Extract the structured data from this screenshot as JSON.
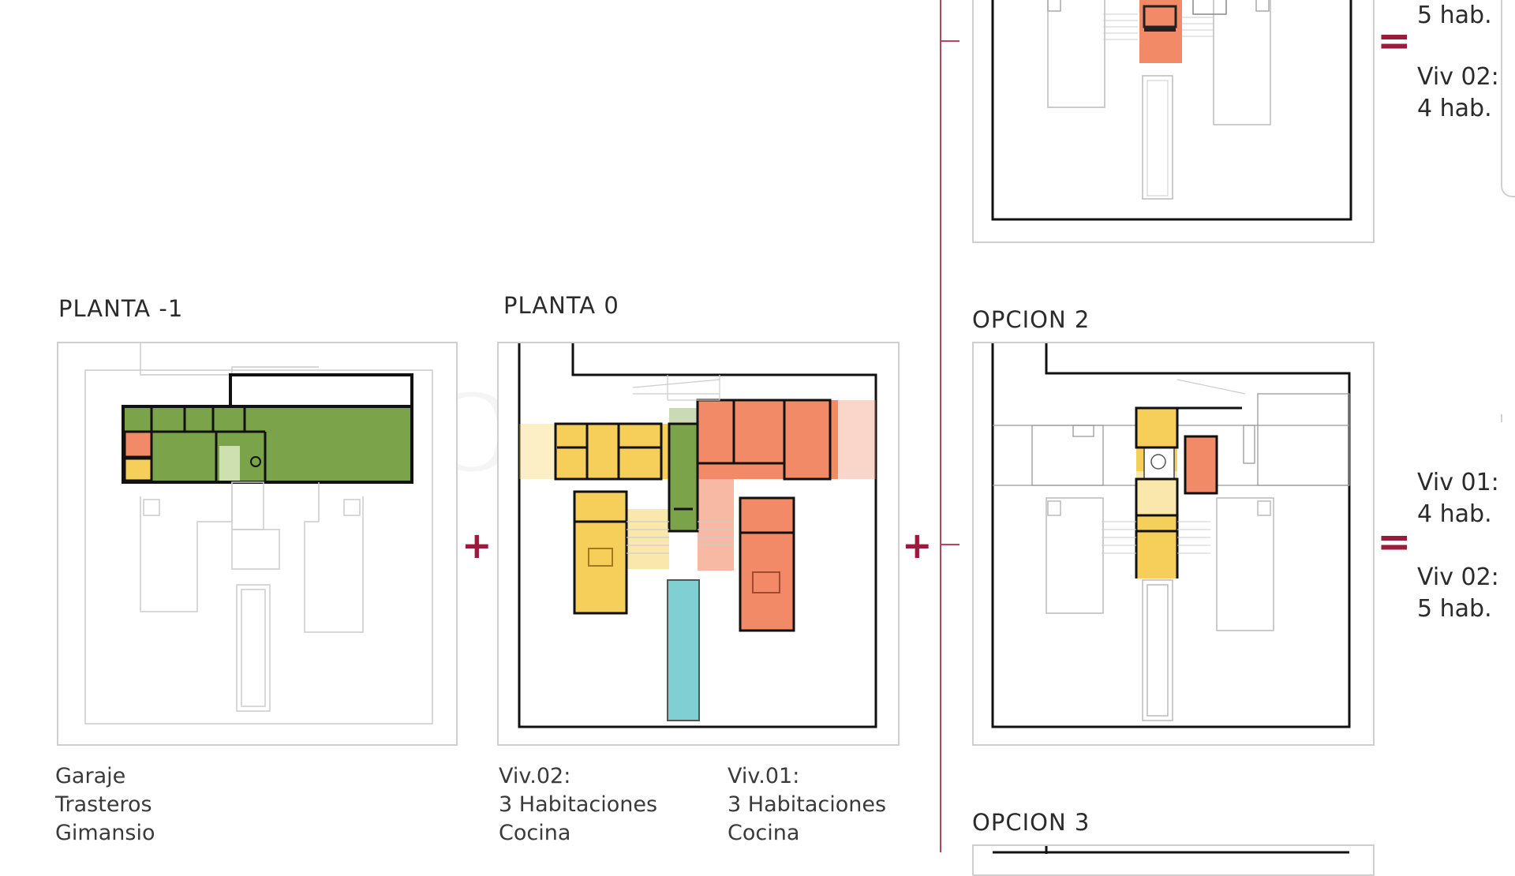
{
  "labels": {
    "planta_m1": "PLANTA -1",
    "planta_0": "PLANTA 0",
    "opcion_2": "OPCION 2",
    "opcion_3": "OPCION 3"
  },
  "captions": {
    "planta_m1": [
      "Garaje",
      "Trasteros",
      "Gimansio"
    ],
    "planta_0_viv02": [
      "Viv.02:",
      "3 Habitaciones",
      "Cocina"
    ],
    "planta_0_viv01": [
      "Viv.01:",
      "3 Habitaciones",
      "Cocina"
    ]
  },
  "opcion_1_result": [
    "5 hab.",
    "Viv 02:",
    "4 hab."
  ],
  "opcion_2_result": [
    "Viv 01:",
    "4 hab.",
    "Viv 02:",
    "5 hab."
  ],
  "operators": {
    "plus": "+",
    "equals": "="
  },
  "colors": {
    "accent": "#9b1b3c",
    "green_zone": "#7aa34a",
    "yellow_zone": "#f5cf5a",
    "orange_zone": "#f28a68",
    "pool": "#7fcfd3"
  }
}
